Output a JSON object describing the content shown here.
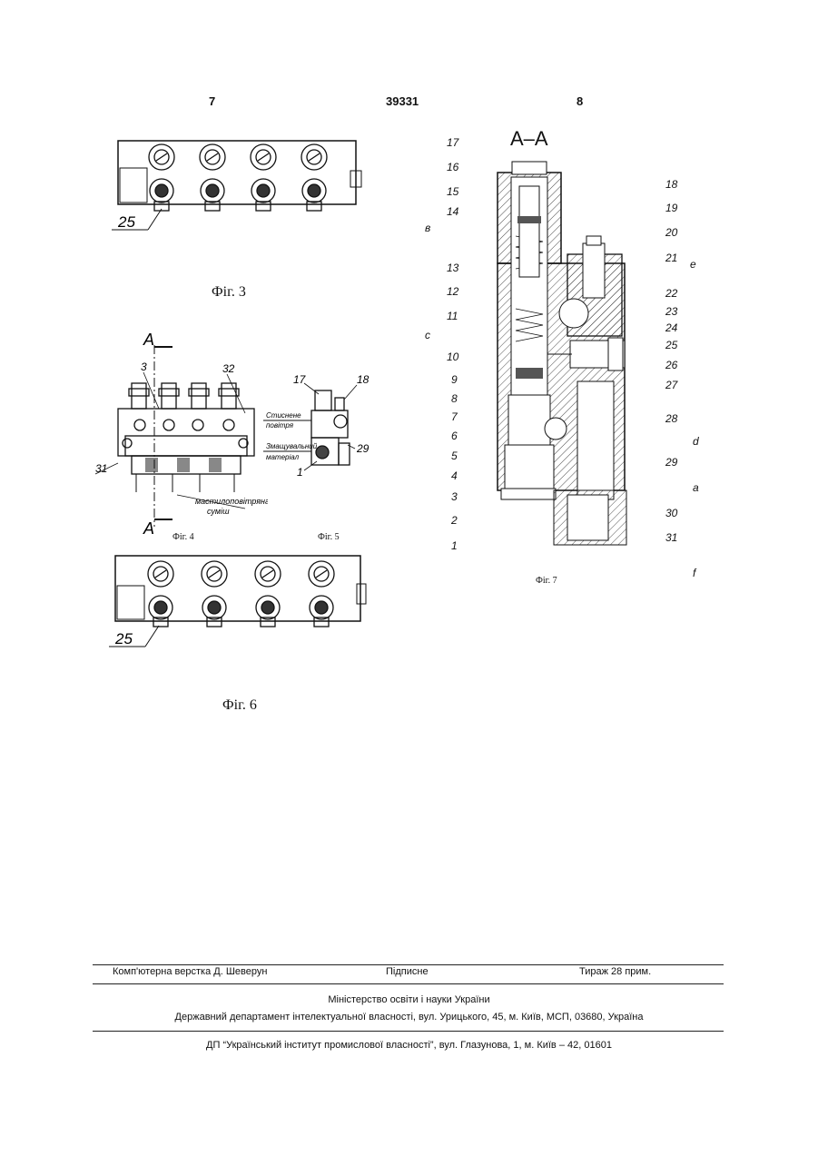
{
  "header": {
    "page_left": "7",
    "patent_number": "39331",
    "page_right": "8"
  },
  "figures": {
    "fig3": {
      "caption": "Фіг. 3",
      "callout": "25"
    },
    "fig4": {
      "caption": "Фіг. 4",
      "section_mark": "A",
      "callouts": [
        "3",
        "32",
        "31"
      ],
      "annotation": [
        "мастилоповітряна",
        "суміш"
      ]
    },
    "fig5": {
      "caption": "Фіг. 5",
      "callouts": [
        "17",
        "18",
        "29",
        "1"
      ],
      "inlet_air": [
        "Стиснене",
        "повітря"
      ],
      "inlet_lubricant": [
        "Змащувальний",
        "матеріал"
      ]
    },
    "fig6": {
      "caption": "Фіг. 6",
      "callout": "25"
    },
    "fig7": {
      "caption": "Фіг. 7",
      "section_title": "A–A",
      "left_callouts": [
        "17",
        "16",
        "15",
        "14",
        "в",
        "13",
        "12",
        "11",
        "с",
        "10",
        "9",
        "8",
        "7",
        "6",
        "5",
        "4",
        "3",
        "2",
        "1"
      ],
      "right_callouts": [
        "18",
        "19",
        "20",
        "21",
        "е",
        "22",
        "23",
        "24",
        "25",
        "26",
        "27",
        "28",
        "d",
        "29",
        "а",
        "30",
        "31",
        "f"
      ]
    }
  },
  "footer": {
    "layout": "Комп'ютерна верстка Д. Шеверун",
    "subscription": "Підписне",
    "circulation": "Тираж 28 прим.",
    "ministry": "Міністерство освіти і науки України",
    "department": "Державний департамент інтелектуальної власності, вул. Урицького, 45, м. Київ, МСП, 03680, Україна",
    "institute": "ДП “Український інститут промислової власності”, вул. Глазунова, 1, м. Київ – 42, 01601"
  }
}
